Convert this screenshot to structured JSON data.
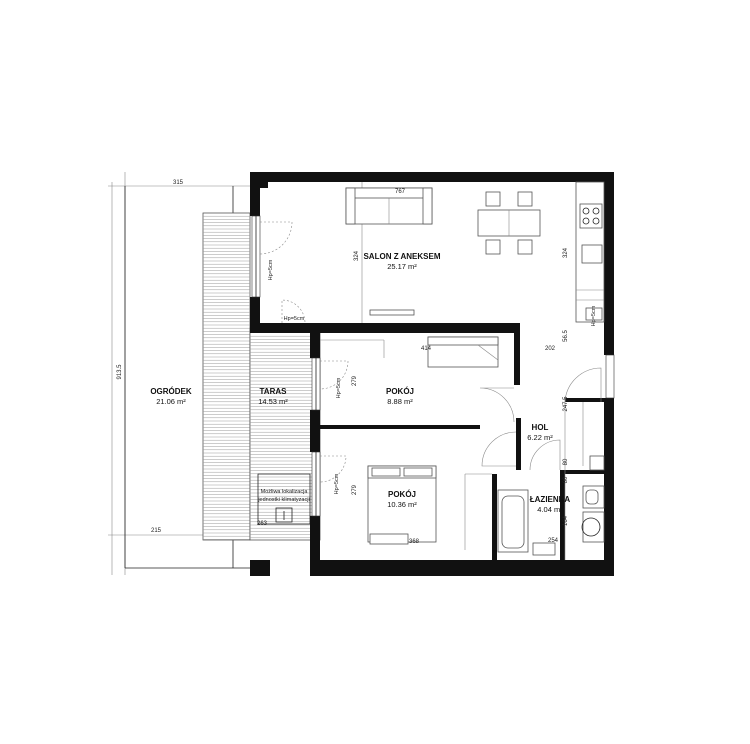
{
  "rooms": [
    {
      "id": "salon",
      "name": "SALON Z ANEKSEM",
      "area": "25.17 m²"
    },
    {
      "id": "ogrodek",
      "name": "OGRÓDEK",
      "area": "21.06 m²"
    },
    {
      "id": "taras",
      "name": "TARAS",
      "area": "14.53 m²"
    },
    {
      "id": "pokoj1",
      "name": "POKÓJ",
      "area": "8.88 m²"
    },
    {
      "id": "hol",
      "name": "HOL",
      "area": "6.22 m²"
    },
    {
      "id": "pokoj2",
      "name": "POKÓJ",
      "area": "10.36 m²"
    },
    {
      "id": "lazienka",
      "name": "ŁAZIENKA",
      "area": "4.04 m²"
    }
  ],
  "dimensions": {
    "d315": "315",
    "d767": "767",
    "d9135": "913.5",
    "d215": "215",
    "d263": "263",
    "d324a": "324",
    "d324b": "324",
    "d414": "414",
    "d202": "202",
    "d565": "56.5",
    "d2475": "247.5",
    "d279a": "279",
    "d279b": "279",
    "d368": "368",
    "d254": "254",
    "d164": "164",
    "d80a": "80",
    "d80b": "80"
  },
  "note": {
    "line1": "Możliwa lokalizacja",
    "line2": "jednostki klimatyzacji"
  },
  "door_labels": {
    "a": "Hp=5cm",
    "b": "Hp=5cm",
    "c": "Hp=5cm",
    "d": "Hp=5cm",
    "e": "Hp=5cm"
  }
}
